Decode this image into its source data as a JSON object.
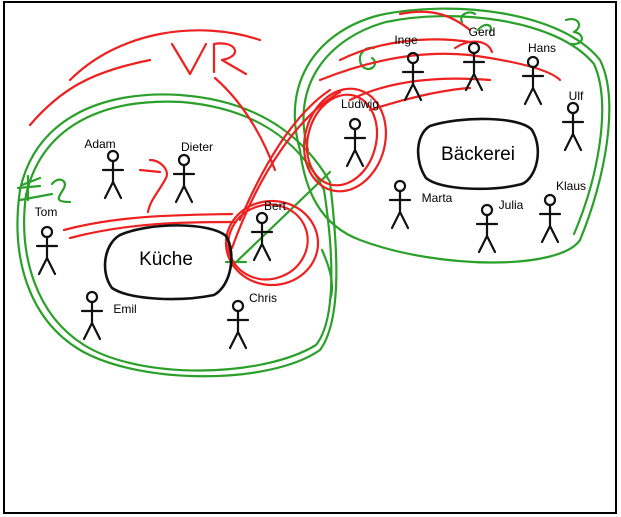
{
  "rooms": {
    "kitchen": "Küche",
    "bakery": "Bäckerei"
  },
  "people": {
    "adam": "Adam",
    "dieter": "Dieter",
    "tom": "Tom",
    "emil": "Emil",
    "chris": "Chris",
    "bert": "Bert",
    "ludwig": "Ludwig",
    "inge": "Inge",
    "gerd": "Gerd",
    "hans": "Hans",
    "ulf": "Ulf",
    "marta": "Marta",
    "julia": "Julia",
    "klaus": "Klaus"
  },
  "annotations": {
    "vr": "VR",
    "plus2": "+2.",
    "six": "6.",
    "five_ref": "5.",
    "three": "3.",
    "arrow_marks": "?"
  },
  "colors": {
    "green": "#2aa02a",
    "red": "#ee2020",
    "ink": "#111111"
  }
}
